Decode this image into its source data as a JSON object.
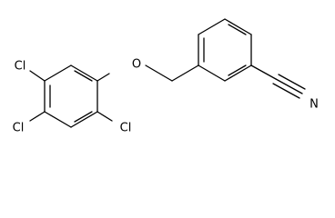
{
  "molecule": {
    "atoms": {
      "cl_top": "Cl",
      "cl_left": "Cl",
      "cl_right": "Cl",
      "oxygen": "O",
      "nitrogen": "N"
    }
  },
  "colors": {
    "background": "#ffffff",
    "bonds": "#000000",
    "labels": "#000000"
  }
}
